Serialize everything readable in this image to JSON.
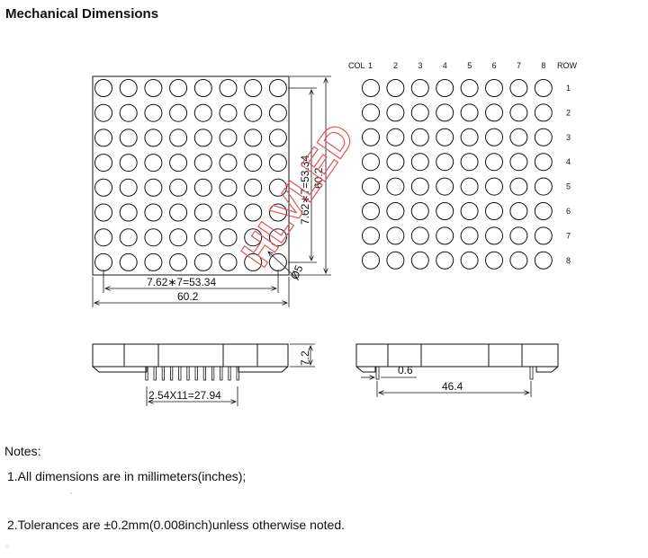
{
  "title": "Mechanical  Dimensions",
  "front_view": {
    "pitch_h": "7.62∗7=53.34",
    "width": "60.2",
    "pitch_v": "7.62∗7=53.34",
    "height": "60.2",
    "dot_dia": "Ø5"
  },
  "side_view_left": {
    "pin_pitch": "2.54X11=27.94",
    "thickness": "7.2"
  },
  "side_view_right": {
    "pin_dia": "0.6",
    "pin_span": "46.4"
  },
  "pinout": {
    "col_label": "COL",
    "row_label": "ROW",
    "columns": [
      "1",
      "2",
      "3",
      "4",
      "5",
      "6",
      "7",
      "8"
    ],
    "rows": [
      "1",
      "2",
      "3",
      "4",
      "5",
      "6",
      "7",
      "8"
    ]
  },
  "watermark": "HLVLED",
  "notes": {
    "heading": "Notes:",
    "items": [
      "1.All  dimensions  are  in  millimeters(inches);",
      "2.Tolerances  are  ±0.2mm(0.008inch)unless  otherwise  noted."
    ]
  },
  "colors": {
    "line": "#111111",
    "watermark": "#e0575b"
  }
}
